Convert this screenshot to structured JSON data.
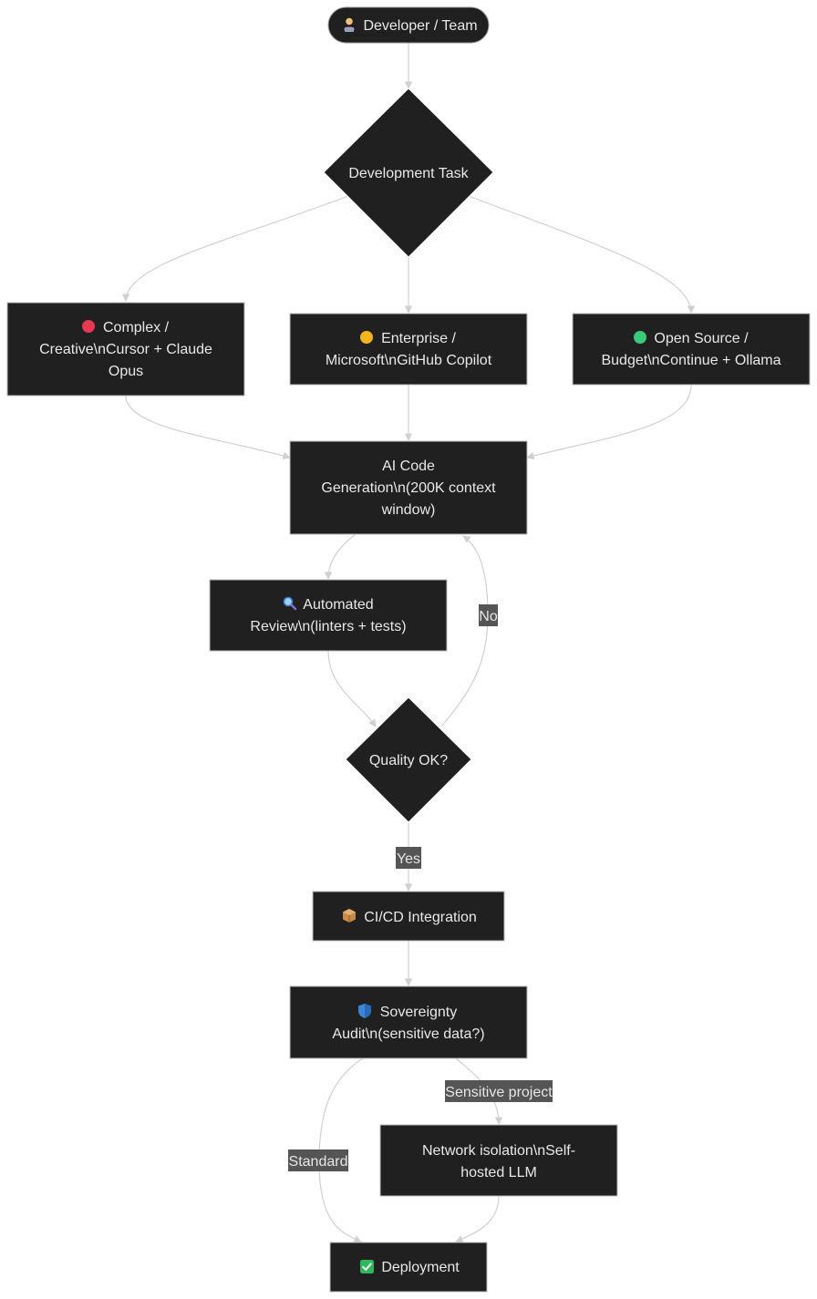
{
  "nodes": {
    "developer": {
      "icon": "developer-icon",
      "lines": [
        "Developer / Team"
      ]
    },
    "task": {
      "lines": [
        "Development Task"
      ]
    },
    "complex": {
      "icon": "red-circle-icon",
      "lines": [
        "Complex /",
        "Creative\\nCursor + Claude",
        "Opus"
      ]
    },
    "enterprise": {
      "icon": "yellow-circle-icon",
      "lines": [
        "Enterprise /",
        "Microsoft\\nGitHub Copilot"
      ]
    },
    "opensource": {
      "icon": "green-circle-icon",
      "lines": [
        "Open Source /",
        "Budget\\nContinue + Ollama"
      ]
    },
    "generation": {
      "lines": [
        "AI Code",
        "Generation\\n(200K context",
        "window)"
      ]
    },
    "review": {
      "icon": "magnifier-icon",
      "lines": [
        "Automated",
        "Review\\n(linters + tests)"
      ]
    },
    "quality": {
      "lines": [
        "Quality OK?"
      ]
    },
    "cicd": {
      "icon": "package-icon",
      "lines": [
        "CI/CD Integration"
      ]
    },
    "audit": {
      "icon": "shield-icon",
      "lines": [
        "Sovereignty",
        "Audit\\n(sensitive data?)"
      ]
    },
    "isolation": {
      "lines": [
        "Network isolation\\nSelf-",
        "hosted LLM"
      ]
    },
    "deployment": {
      "icon": "check-icon",
      "lines": [
        "Deployment"
      ]
    }
  },
  "edge_labels": {
    "no": "No",
    "yes": "Yes",
    "sensitive": "Sensitive project",
    "standard": "Standard"
  },
  "colors": {
    "node_fill": "#202020",
    "node_text": "#e8e8e8",
    "edge": "#d0d0d0",
    "label_bg": "#555555",
    "icon_red": "#e53950",
    "icon_yellow": "#f2b51e",
    "icon_green": "#3cc87a",
    "icon_blue": "#3a86d8",
    "icon_check": "#2fb85a",
    "icon_package": "#c98a4a"
  }
}
